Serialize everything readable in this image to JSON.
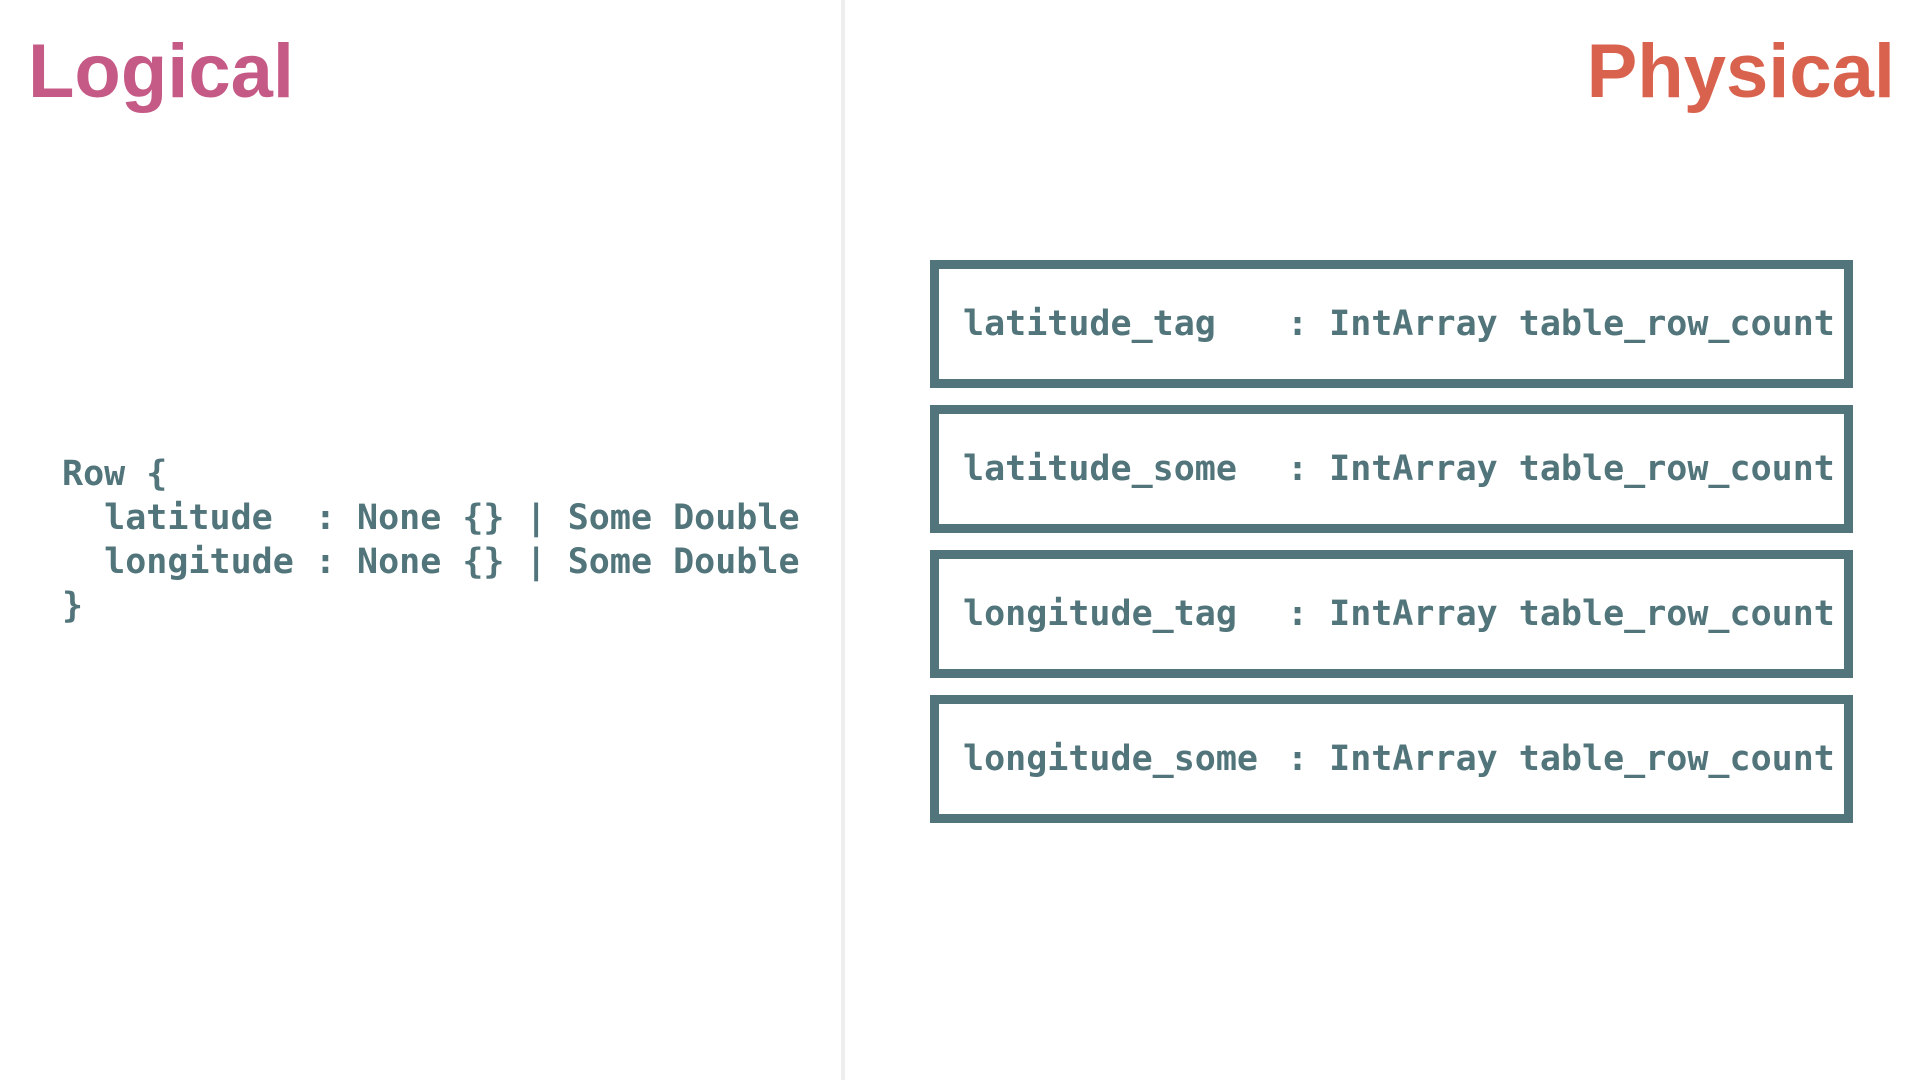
{
  "logical": {
    "heading": "Logical",
    "code_lines": [
      "Row {",
      "  latitude  : None {} | Some Double",
      "  longitude : None {} | Some Double",
      "}"
    ]
  },
  "physical": {
    "heading": "Physical",
    "fields": [
      {
        "name": "latitude_tag",
        "type": ": IntArray table_row_count"
      },
      {
        "name": "latitude_some",
        "type": ": IntArray table_row_count"
      },
      {
        "name": "longitude_tag",
        "type": ": IntArray table_row_count"
      },
      {
        "name": "longitude_some",
        "type": ": IntArray table_row_count"
      }
    ]
  },
  "colors": {
    "logical_heading": "#c55a86",
    "physical_heading": "#d9624e",
    "code_text": "#51757a",
    "box_border": "#51757a",
    "divider": "#eeeeee"
  }
}
